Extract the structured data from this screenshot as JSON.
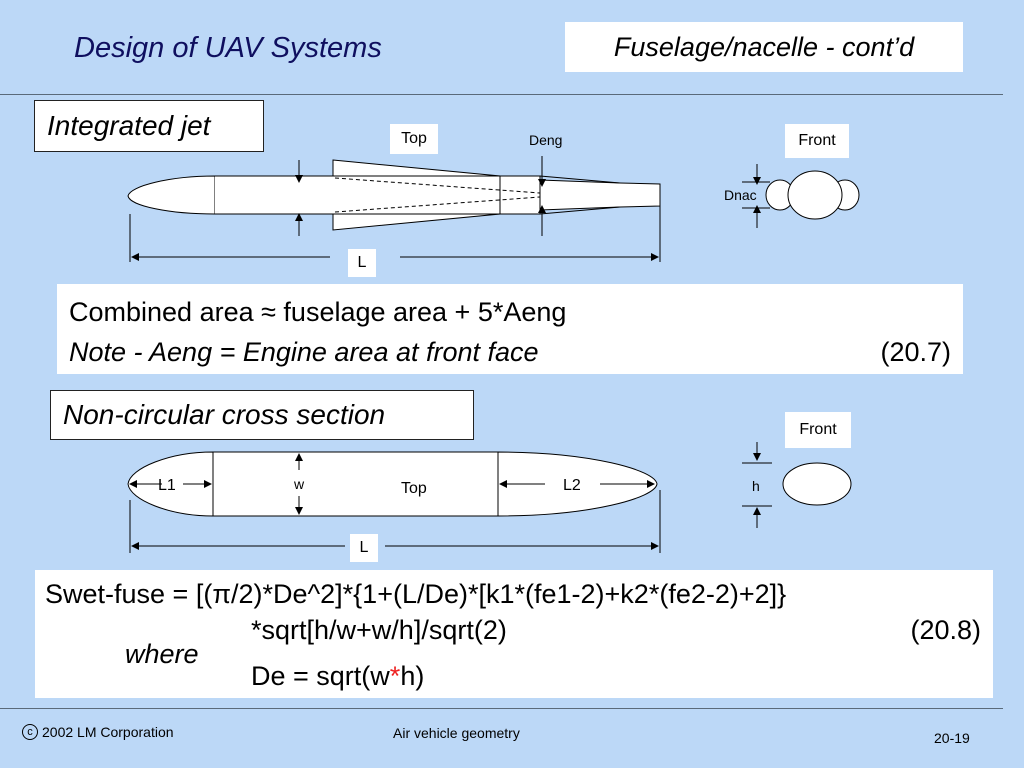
{
  "header": {
    "title": "Design of UAV Systems",
    "section": "Fuselage/nacelle - cont’d"
  },
  "integrated_jet": {
    "label": "Integrated jet",
    "top_label": "Top",
    "deng_label": "Deng",
    "front_label": "Front",
    "dnac_label": "Dnac",
    "length_label": "L"
  },
  "formula1": {
    "line1": "Combined area ≈ fuselage area + 5*Aeng",
    "line2": "Note - Aeng = Engine area at front face",
    "eq_num": "(20.7)"
  },
  "non_circular": {
    "label": "Non-circular cross section",
    "l1": "L1",
    "w": "w",
    "top_label": "Top",
    "l2": "L2",
    "length_label": "L",
    "front_label": "Front",
    "h": "h"
  },
  "formula2": {
    "line1": "Swet-fuse = [(π/2)*De^2]*{1+(L/De)*[k1*(fe1-2)+k2*(fe2-2)+2]}",
    "line2": "*sqrt[h/w+w/h]/sqrt(2)",
    "eq_num": "(20.8)",
    "where": "where",
    "line3_a": "De = sqrt(w",
    "line3_star": "*",
    "line3_b": "h)"
  },
  "footer": {
    "copyright_symbol": "c",
    "copyright": "2002 LM Corporation",
    "center": "Air vehicle geometry",
    "page": "20-19"
  }
}
